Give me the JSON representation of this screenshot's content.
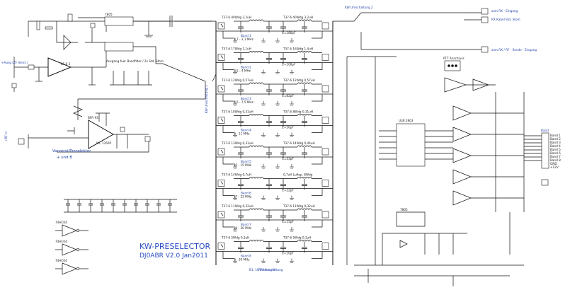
{
  "title": {
    "line1": "KW-PRESELECTOR",
    "line2": "DJ0ABR V2.0 Jan2011"
  },
  "left_labels": {
    "in_top": "+Ausg (ZF Verst.)",
    "in_mid": "Vorverst/Preselektor",
    "in_mid2": "+ und B",
    "rf_in": "+RF in",
    "amp_ic": "BF 0 3",
    "ic2": "BFR 93",
    "ic3": "MC 1350P"
  },
  "top_labels": {
    "regulator": "7805",
    "note": "Ausgang fuer Bandfilter / 2x Std. Stom"
  },
  "relay_labels": {
    "left_switch": "KW Umschaltung 1",
    "top_switch": "KW Umschaltung 2",
    "bottom_switch": "RF-Umschaltung"
  },
  "bands": [
    {
      "name": "Band 1",
      "range": "1,7 - 2,1 MHz",
      "coil_left": "T37-6 40Wdg 3,2uH",
      "coil_right": "T37-6 40Wdg 3,2uH",
      "cap": "C=180pF"
    },
    {
      "name": "Band 2",
      "range": "3,5 - 4 MHz",
      "coil_left": "T37-6 17Wdg 1,1uH",
      "coil_right": "T37-6 16Wdg 1,4uH",
      "cap": "C=100pF"
    },
    {
      "name": "Band 3",
      "range": "6,5 - 7,5 MHz",
      "coil_left": "T37-6 12Wdg 0,57uH",
      "coil_right": "T37-6 12Wdg 0,57uH",
      "cap": "C=82pF"
    },
    {
      "name": "Band 4",
      "range": "9 - 11 MHz",
      "coil_left": "T37-6 10Wdg 0,31uH",
      "coil_right": "T37-6 8Wdg 0,31uH",
      "cap": "C=56pF"
    },
    {
      "name": "Band 5",
      "range": "13 - 15 MHz",
      "coil_left": "T37-6 13Wdg 0,31uH",
      "coil_right": "T37-6 14Wdg 0,44uH",
      "cap": "C=33pF"
    },
    {
      "name": "Band 6",
      "range": "17 - 22 MHz",
      "coil_left": "T37-6 14Wdg 0,7uH",
      "coil_right": "0,7uH Luftsp. 8Wdg",
      "cap": "C=22pF"
    },
    {
      "name": "Band 7",
      "range": "24 - 30 MHz",
      "coil_left": "T37-6 11Wdg 0,32uH",
      "coil_right": "T37-6 11Wdg 0,32uH",
      "cap": "C=15pF"
    },
    {
      "name": "Band 8",
      "range": "0 - 30 MHz",
      "coil_left": "T37-6 5Wdg 0,1uH",
      "coil_right": "T37-6 5Wdg 0,1uH",
      "cap": "C=10pF"
    }
  ],
  "right_labels": {
    "ic_main": "ULN 2803",
    "conn_title": "Band",
    "conn_pins": [
      "Band 1",
      "Band 2",
      "Band 3",
      "Band 4",
      "Band 5",
      "Band 6",
      "Band 7",
      "Band 8",
      "GND",
      "+12V"
    ],
    "out1": "zum RX - Eingang",
    "out2": "RX Kabel Std. Stom",
    "out3": "zum RX / RF - Sende - Eingang",
    "pot_label": "PTT Anschluss",
    "reg_label": "7805",
    "bottom_left": "B1, 10 Stellung X"
  },
  "gates": [
    {
      "name": "74HC04"
    },
    {
      "name": "74HC04"
    },
    {
      "name": "74HC04"
    }
  ]
}
